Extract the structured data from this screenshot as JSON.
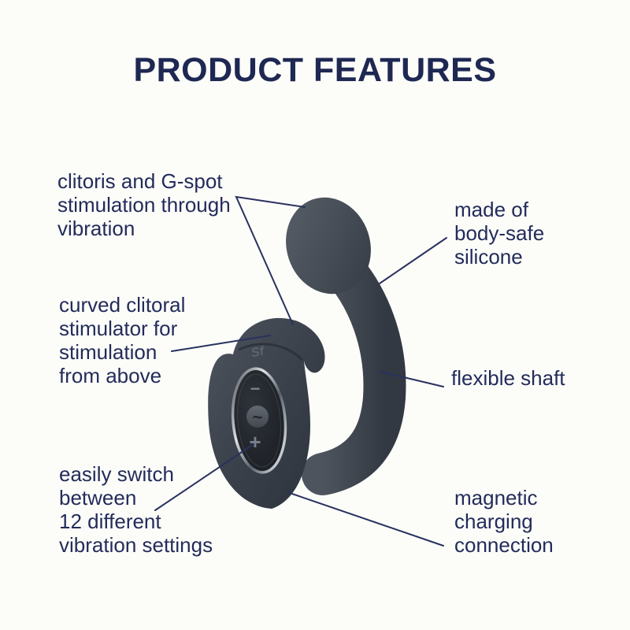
{
  "title": "PRODUCT FEATURES",
  "callouts": {
    "clitoris_gspot": {
      "text": "clitoris and G-spot\nstimulation through\nvibration"
    },
    "curved_stimulator": {
      "text": "curved clitoral\nstimulator for\nstimulation\nfrom above"
    },
    "vibration_settings": {
      "text": "easily switch\nbetween\n12 different\nvibration settings"
    },
    "body_safe": {
      "text": "made of\nbody-safe\nsilicone"
    },
    "flexible_shaft": {
      "text": "flexible shaft"
    },
    "magnetic_charging": {
      "text": "magnetic\ncharging\nconnection"
    }
  },
  "device": {
    "logo_icon": "Sf",
    "buttons": {
      "minus": "−",
      "wave": "~",
      "plus": "+"
    }
  },
  "colors": {
    "text_navy": "#232c5a",
    "title_navy": "#1e2852",
    "callout_line": "#29315e",
    "device_gray_light": "#565d66",
    "device_gray_dark": "#2f343d",
    "chrome": "#c2c7cd",
    "background": "#fcfcf9"
  }
}
